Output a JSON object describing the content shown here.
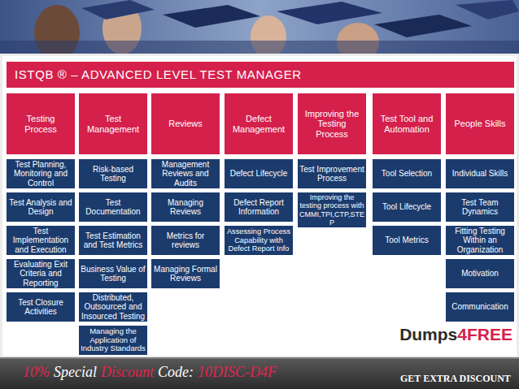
{
  "diagram": {
    "nodes": [
      {
        "text": [
          "ISTQB ® – ADVANCED LEVEL TEST MANAGER"
        ]
      },
      {
        "text": [
          "Testing Process"
        ]
      },
      {
        "text": [
          "Test Planning, Monitoring and Control"
        ]
      },
      {
        "text": [
          "Test Analysis and Design"
        ]
      },
      {
        "text": [
          "Test Implementation and Execution"
        ]
      },
      {
        "text": [
          "Evaluating Exit Criteria and Reporting"
        ]
      },
      {
        "text": [
          "Test Closure Activities"
        ]
      },
      {
        "text": [
          "Test Management"
        ]
      },
      {
        "text": [
          "Risk-based Testing"
        ]
      },
      {
        "text": [
          "Test Documentation"
        ]
      },
      {
        "text": [
          "Test Estimation and Test Metrics"
        ]
      },
      {
        "text": [
          "Business Value of Testing"
        ]
      },
      {
        "text": [
          "Distributed, Outsourced and Insourced Testing"
        ]
      },
      {
        "text": [
          "Managing the Application of Industry Standards"
        ]
      },
      {
        "text": [
          "Reviews"
        ]
      },
      {
        "text": [
          "Management Reviews and Audits"
        ]
      },
      {
        "text": [
          "Managing Reviews"
        ]
      },
      {
        "text": [
          "Metrics for reviews"
        ]
      },
      {
        "text": [
          "Managing Formal Reviews"
        ]
      },
      {
        "text": [
          "Defect Management"
        ]
      },
      {
        "text": [
          "Defect Lifecycle"
        ]
      },
      {
        "text": [
          "Defect Report Information"
        ]
      },
      {
        "text": [
          "Assessing Process Capability with Defect Report Info"
        ]
      },
      {
        "text": [
          "Improving the Testing Process"
        ]
      },
      {
        "text": [
          "Test Improvement Process"
        ]
      },
      {
        "text": [
          "Improving the testing process with CMMI,TPI,CTP,STEP"
        ]
      },
      {
        "text": [
          "Test Tool and Automation"
        ]
      },
      {
        "text": [
          "Tool Selection"
        ]
      },
      {
        "text": [
          "Tool Lifecycle"
        ]
      },
      {
        "text": [
          "Tool Metrics"
        ]
      },
      {
        "text": [
          "People Skills"
        ]
      },
      {
        "text": [
          "Individual Skills"
        ]
      },
      {
        "text": [
          "Test Team Dynamics"
        ]
      },
      {
        "text": [
          "Fitting Testing Within an Organization"
        ]
      },
      {
        "text": [
          "Motivation"
        ]
      },
      {
        "text": [
          "Communication"
        ]
      }
    ],
    "labels": [
      "Dumps",
      "4FREE",
      "10%",
      "Special",
      "Discount",
      "Code:",
      "10DISC-D4F",
      "GET EXTRA DISCOUNT"
    ]
  }
}
